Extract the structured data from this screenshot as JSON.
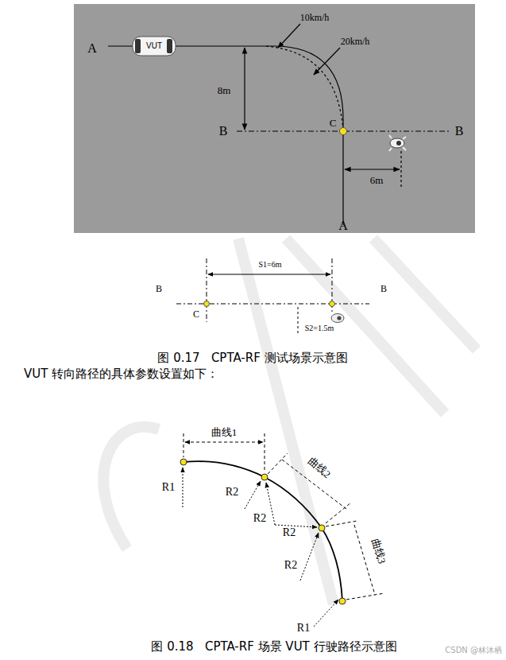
{
  "diagram": {
    "nodes": [
      {
        "text": [
          "VUT"
        ]
      }
    ],
    "labels": [
      "A",
      "10km/h",
      "20km/h",
      "8m",
      "B",
      "C",
      "B",
      "6m",
      "A",
      "S1=6m",
      "B",
      "B",
      "C",
      "S2=1.5m",
      "图 0.17   CPTA-RF 测试场景示意图",
      "VUT 转向路径的具体参数设置如下：",
      "曲线1",
      "曲线2",
      "曲线3",
      "R1",
      "R2",
      "R2",
      "R2",
      "R2",
      "R1",
      "图 0.18   CPTA-RF 场景 VUT 行驶路径示意图",
      "CSDN @林沐栖"
    ]
  }
}
